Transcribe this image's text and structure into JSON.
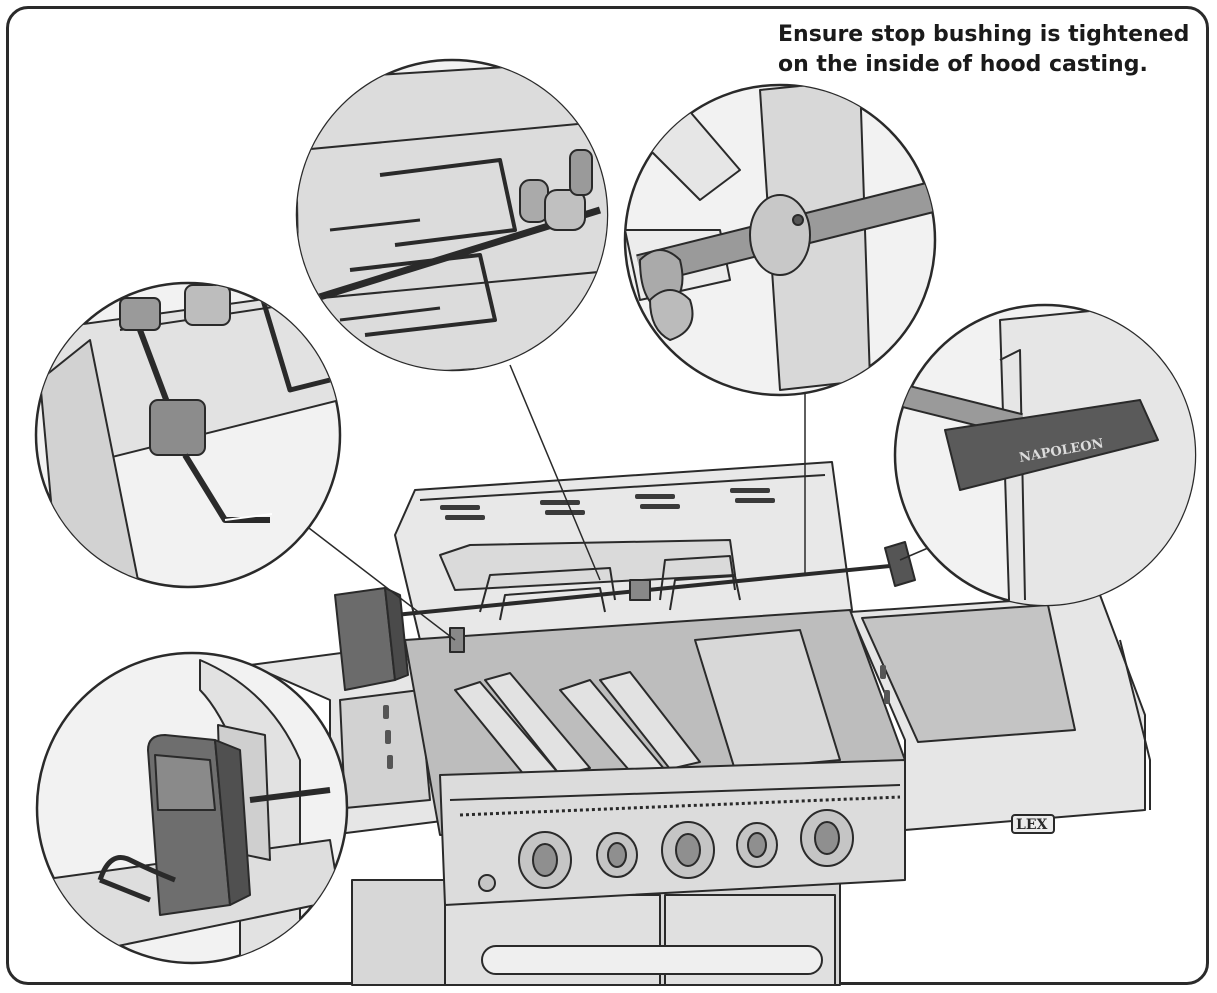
{
  "instruction": {
    "line1": "Ensure stop bushing is tightened",
    "line2": "on the inside of hood casting."
  },
  "handle_brand": "NAPOLEON",
  "model_badge": "LEX",
  "colors": {
    "outline": "#2a2a2a",
    "steel_light": "#e4e4e4",
    "steel_mid": "#c9c9c9",
    "steel_dark": "#8a8a8a",
    "part_dark": "#555555"
  }
}
